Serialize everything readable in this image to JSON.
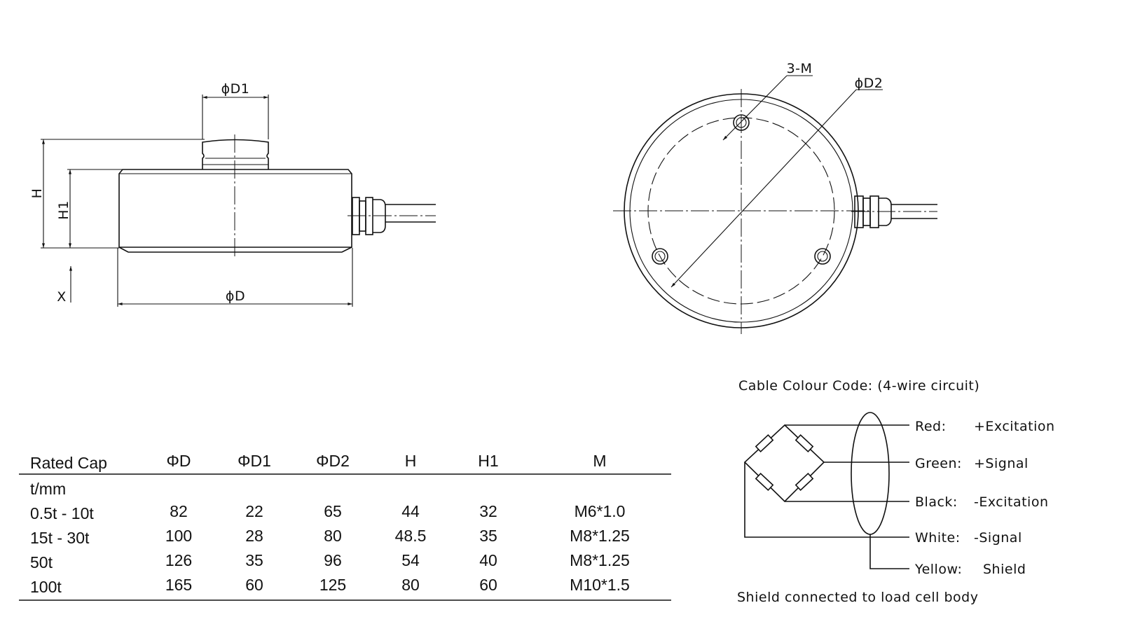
{
  "side_view": {
    "label_d1": "ϕD1",
    "label_d": "ϕD",
    "label_h": "H",
    "label_h1": "H1",
    "label_x": "X"
  },
  "top_view": {
    "label_m": "3-M",
    "label_d2": "ϕD2"
  },
  "wiring": {
    "title": "Cable Colour Code: (4-wire circuit)",
    "wires": [
      {
        "colour": "Red:",
        "function": "+Excitation"
      },
      {
        "colour": "Green:",
        "function": "+Signal"
      },
      {
        "colour": "Black:",
        "function": "-Excitation"
      },
      {
        "colour": "White:",
        "function": "-Signal"
      },
      {
        "colour": "Yellow:",
        "function": "Shield"
      }
    ],
    "note": "Shield connected to load cell body"
  },
  "table": {
    "headers": [
      "Rated Cap",
      "ΦD",
      "ΦD1",
      "ΦD2",
      "H",
      "H1",
      "M"
    ],
    "unit_label": "t/mm",
    "rows": [
      [
        "0.5t - 10t",
        "82",
        "22",
        "65",
        "44",
        "32",
        "M6*1.0"
      ],
      [
        "15t - 30t",
        "100",
        "28",
        "80",
        "48.5",
        "35",
        "M8*1.25"
      ],
      [
        "50t",
        "126",
        "35",
        "96",
        "54",
        "40",
        "M8*1.25"
      ],
      [
        "100t",
        "165",
        "60",
        "125",
        "80",
        "60",
        "M10*1.5"
      ]
    ]
  }
}
